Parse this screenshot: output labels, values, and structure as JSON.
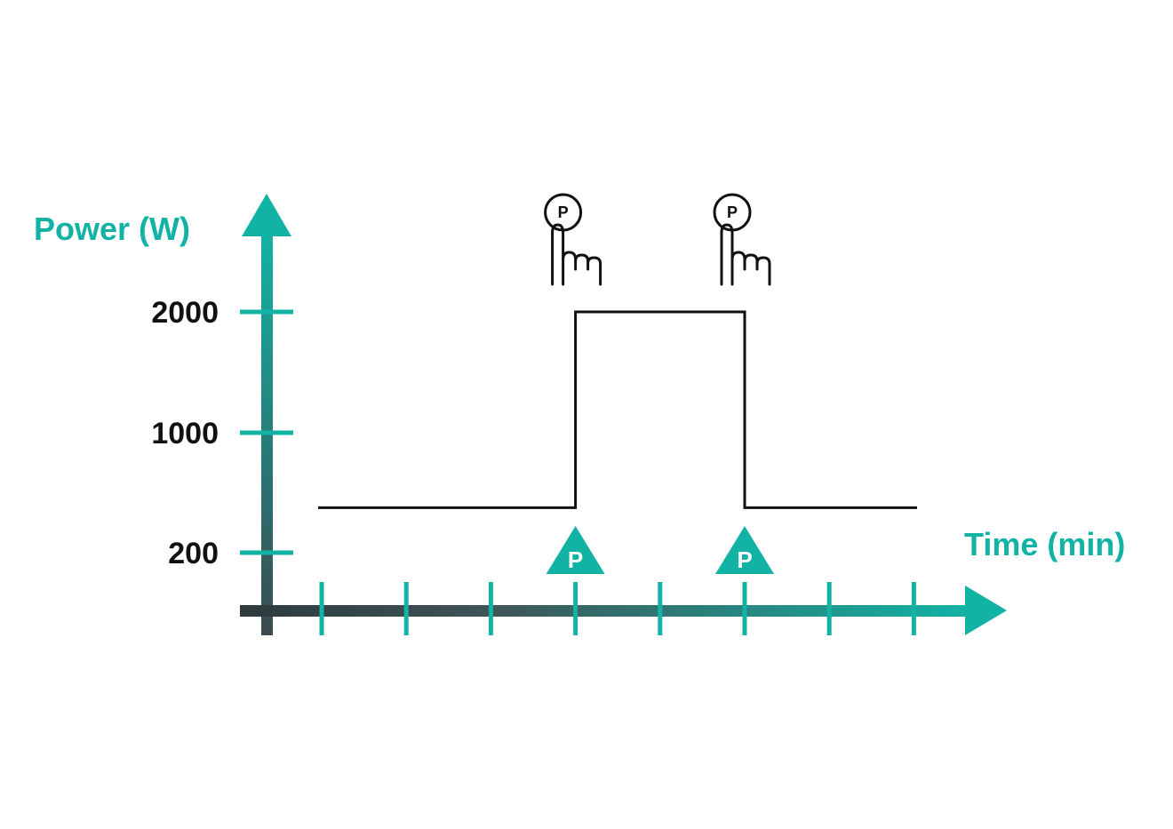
{
  "chart_data": {
    "type": "line",
    "title": "",
    "xlabel": "Time (min)",
    "ylabel": "Power (W)",
    "y_ticks": [
      {
        "value": 200,
        "label": "200"
      },
      {
        "value": 1000,
        "label": "1000"
      },
      {
        "value": 2000,
        "label": "2000"
      }
    ],
    "x_tick_count": 8,
    "series": [
      {
        "x": [
          0,
          3,
          3,
          5,
          5,
          7
        ],
        "y": [
          500,
          500,
          2000,
          2000,
          500,
          500
        ]
      }
    ],
    "markers": [
      {
        "x": 3,
        "label": "P"
      },
      {
        "x": 5,
        "label": "P"
      }
    ],
    "button_icons": [
      {
        "x": 3,
        "label": "P",
        "icon": "hand-press-button-icon"
      },
      {
        "x": 5,
        "label": "P",
        "icon": "hand-press-button-icon"
      }
    ],
    "grid": false,
    "legend": "none",
    "colors": {
      "accent": "#12b3a5",
      "axis_dark": "#3b4a4f",
      "line": "#111111"
    }
  }
}
